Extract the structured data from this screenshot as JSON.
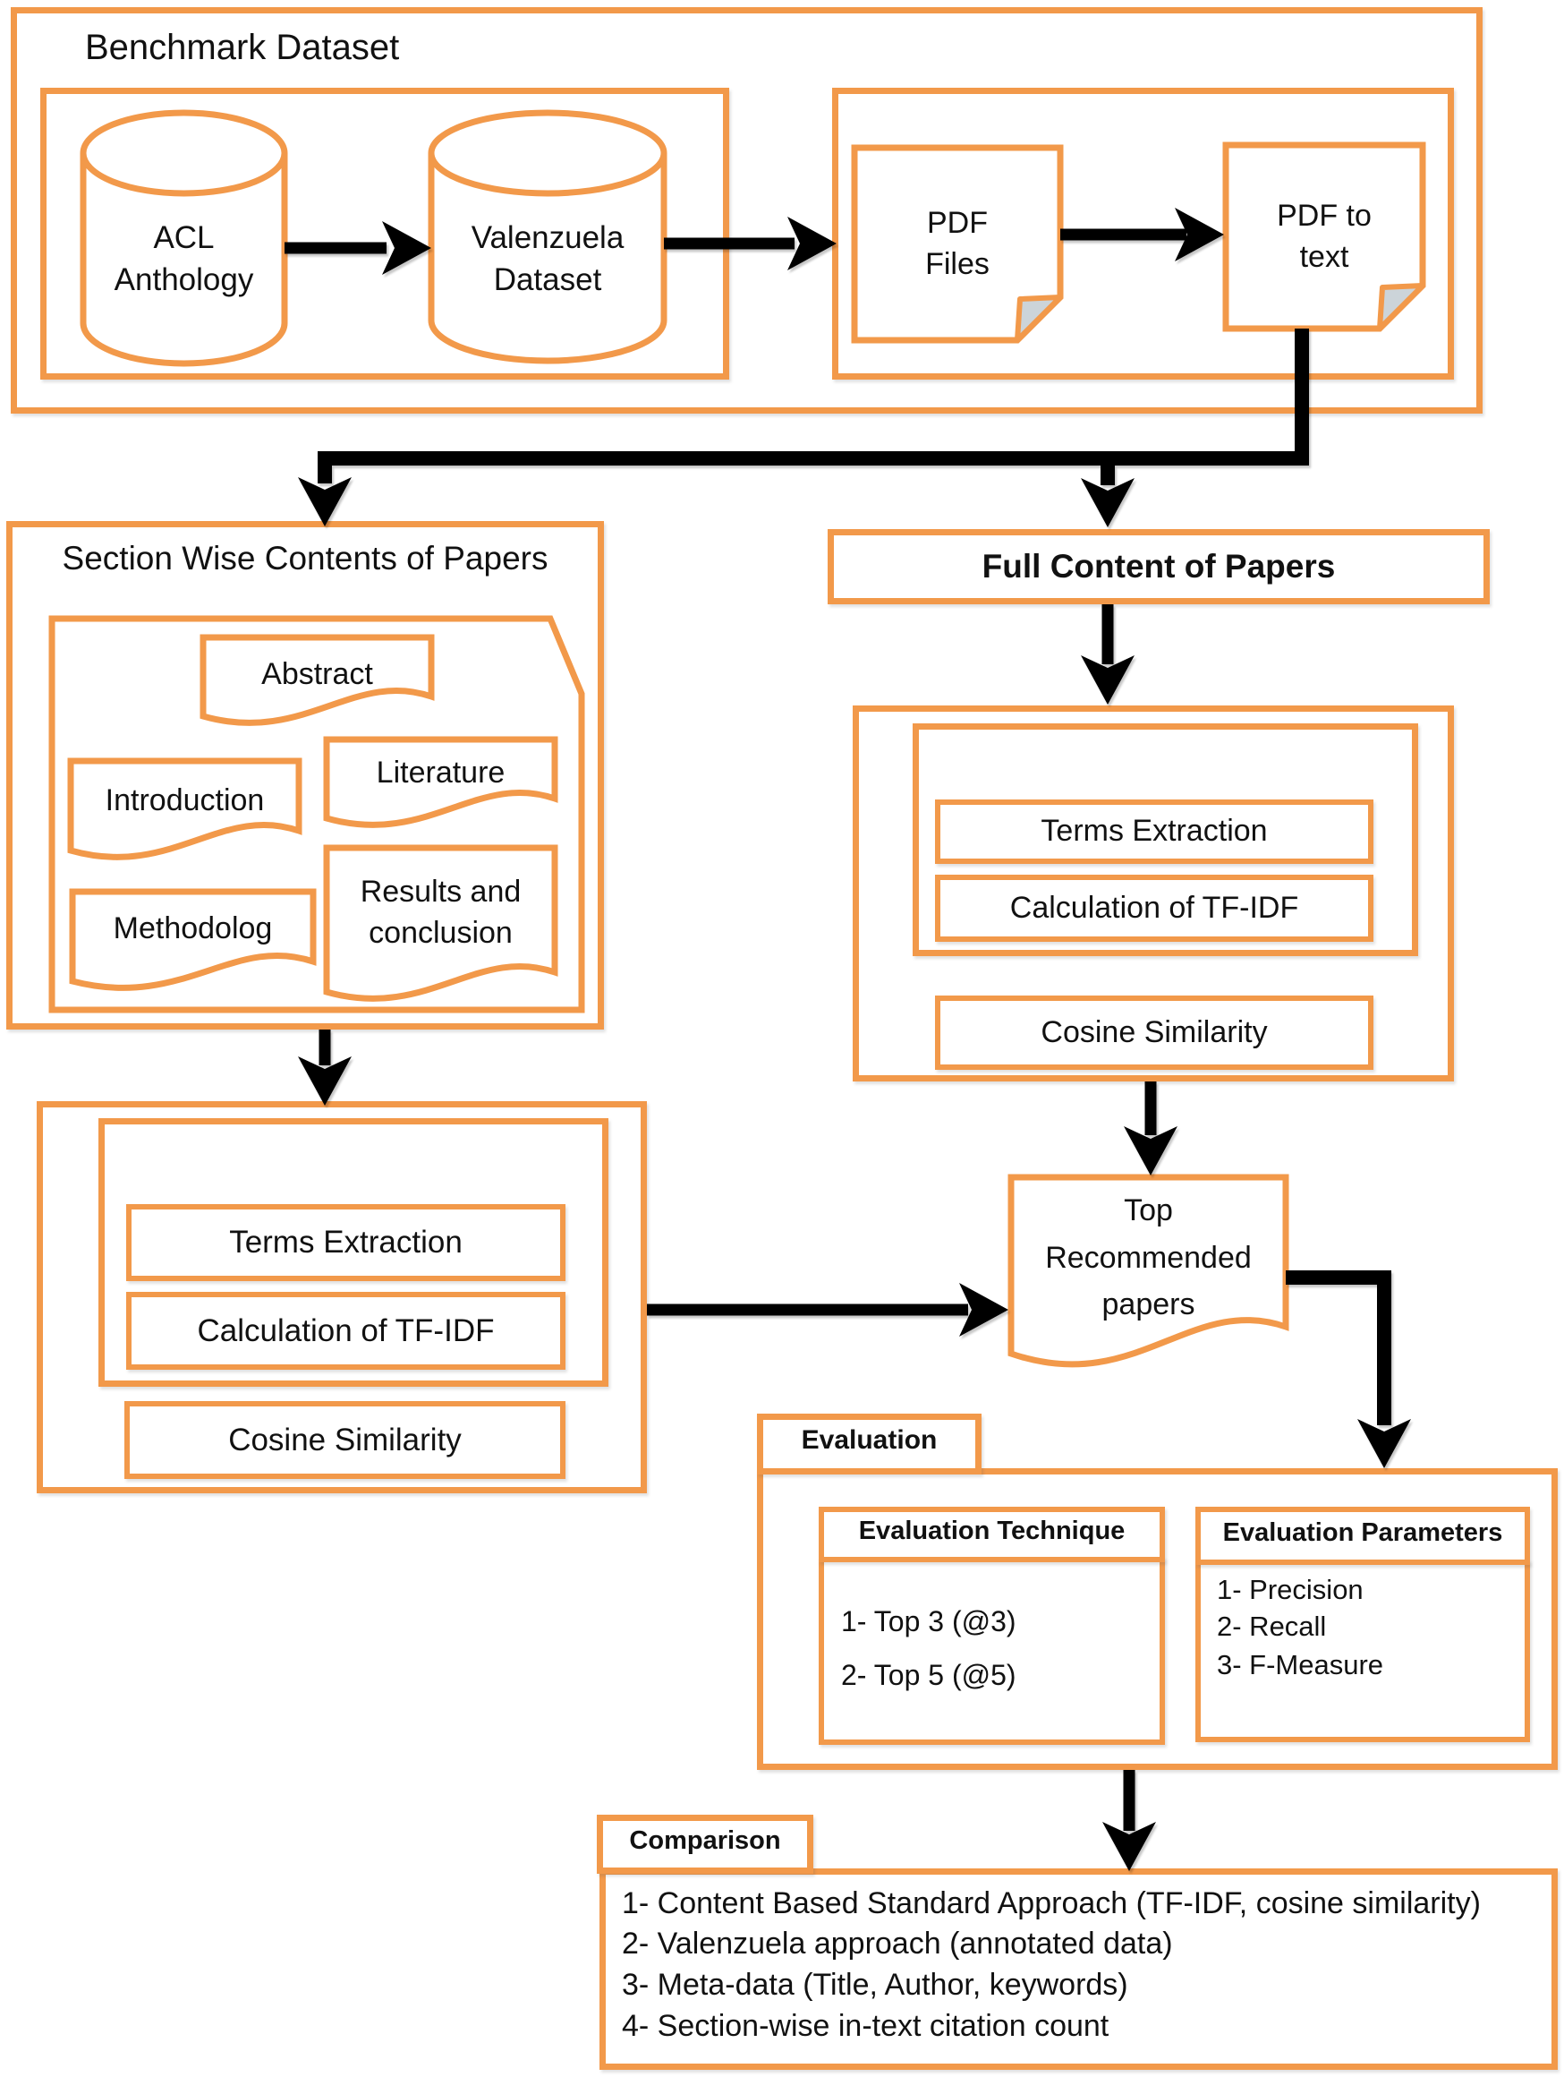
{
  "colors": {
    "accent": "#F2994A",
    "ink": "#111111",
    "document_fold": "#ccd4d9"
  },
  "benchmark": {
    "label": "Benchmark Dataset",
    "acl_anthology": "ACL\nAnthology",
    "valenzuela": "Valenzuela\nDataset",
    "pdf_files": "PDF\nFiles",
    "pdf_to_text": "PDF to\ntext"
  },
  "section_wise": {
    "title": "Section Wise Contents of Papers",
    "docs": [
      "Abstract",
      "Introduction",
      "Literature",
      "Methodolog",
      "Results and\nconclusion"
    ]
  },
  "full_content": {
    "label": "Full Content of Papers"
  },
  "pipeline": {
    "terms_extraction": "Terms Extraction",
    "tfidf": "Calculation of TF-IDF",
    "cosine": "Cosine Similarity"
  },
  "top_recommended": "Top\nRecommended\npapers",
  "evaluation": {
    "tab": "Evaluation",
    "technique": {
      "header": "Evaluation Technique",
      "items": [
        "1- Top 3 (@3)",
        "2- Top 5 (@5)"
      ]
    },
    "parameters": {
      "header": "Evaluation Parameters",
      "items": [
        "1- Precision",
        "2- Recall",
        "3- F-Measure"
      ]
    }
  },
  "comparison": {
    "tab": "Comparison",
    "items": [
      "1- Content Based Standard Approach (TF-IDF,  cosine similarity)",
      "2- Valenzuela  approach (annotated data)",
      "3- Meta-data (Title, Author, keywords)",
      "4- Section-wise in-text citation count"
    ]
  }
}
